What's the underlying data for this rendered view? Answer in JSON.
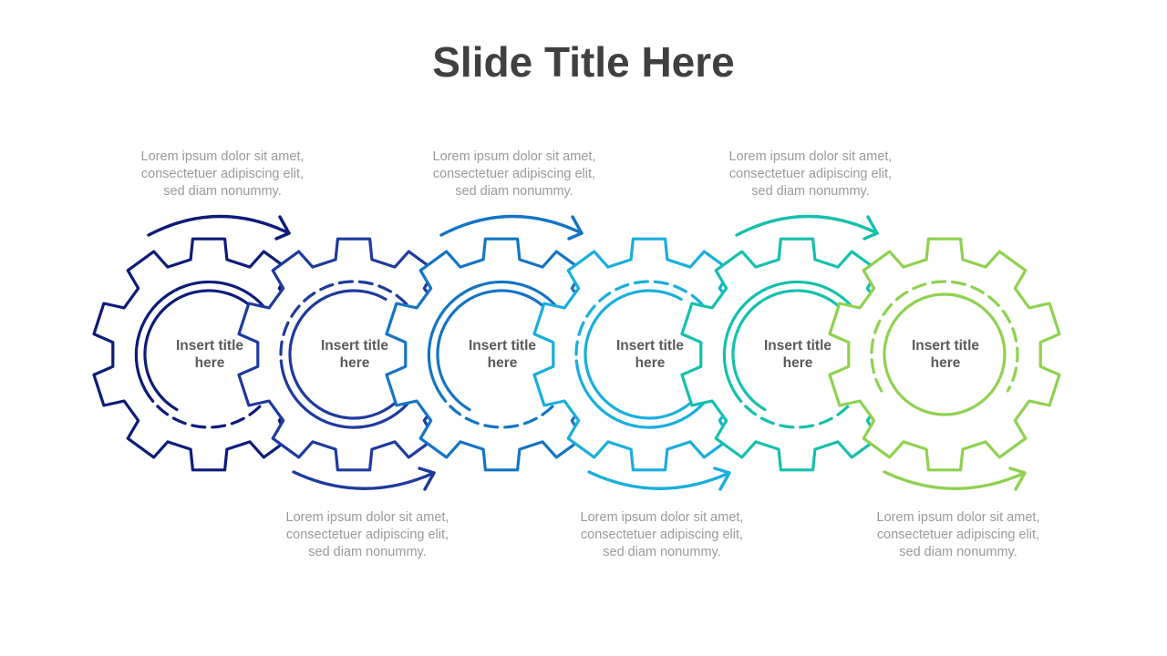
{
  "slide": {
    "title": "Slide Title Here"
  },
  "steps": [
    {
      "title_lines": [
        "Insert title",
        "here"
      ],
      "description_lines": [
        "Lorem ipsum dolor sit amet,",
        "consectetuer adipiscing elit,",
        "sed diam nonummy."
      ],
      "color": "#0d1b7a"
    },
    {
      "title_lines": [
        "Insert title",
        "here"
      ],
      "description_lines": [
        "Lorem ipsum dolor sit amet,",
        "consectetuer adipiscing elit,",
        "sed diam nonummy."
      ],
      "color": "#1e3a9e"
    },
    {
      "title_lines": [
        "Insert title",
        "here"
      ],
      "description_lines": [
        "Lorem ipsum dolor sit amet,",
        "consectetuer adipiscing elit,",
        "sed diam nonummy."
      ],
      "color": "#1474c4"
    },
    {
      "title_lines": [
        "Insert title",
        "here"
      ],
      "description_lines": [
        "Lorem ipsum dolor sit amet,",
        "consectetuer adipiscing elit,",
        "sed diam nonummy."
      ],
      "color": "#18aede"
    },
    {
      "title_lines": [
        "Insert title",
        "here"
      ],
      "description_lines": [
        "Lorem ipsum dolor sit amet,",
        "consectetuer adipiscing elit,",
        "sed diam nonummy."
      ],
      "color": "#14c0ac"
    },
    {
      "title_lines": [
        "Insert title",
        "here"
      ],
      "description_lines": [
        "Lorem ipsum dolor sit amet,",
        "consectetuer adipiscing elit,",
        "sed diam nonummy."
      ],
      "color": "#8fd14f"
    }
  ]
}
